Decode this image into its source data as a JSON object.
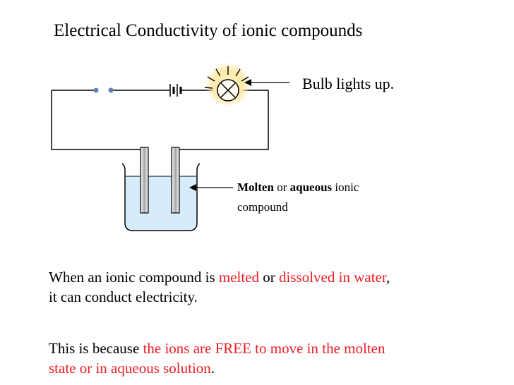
{
  "title": "Electrical Conductivity of ionic compounds",
  "bulb_label": "Bulb lights up.",
  "liquid_label": {
    "bold1": "Molten",
    "mid": "or",
    "bold2": "aqueous",
    "tail1": "ionic",
    "tail2": "compound"
  },
  "paragraph1": {
    "part1": "When an ionic compound is",
    "highlight1": "melted",
    "part2": "or",
    "highlight2": "dissolved in water",
    "part3": ",",
    "line2": "it can conduct electricity."
  },
  "paragraph2": {
    "part1": "This is because",
    "highlight1": "the ions are FREE to move in the molten",
    "highlight2": "state or in aqueous solution",
    "part2": "."
  },
  "colors": {
    "highlight": "#ee1c24",
    "solution": "#d6ecfb",
    "bulb_glow": "#fde9a8",
    "switch_contact": "#5b7fb2"
  },
  "icons": [
    "switch-contact-icon",
    "battery-icon",
    "lamp-icon",
    "arrow-icon",
    "electrode-icon",
    "beaker-icon"
  ]
}
